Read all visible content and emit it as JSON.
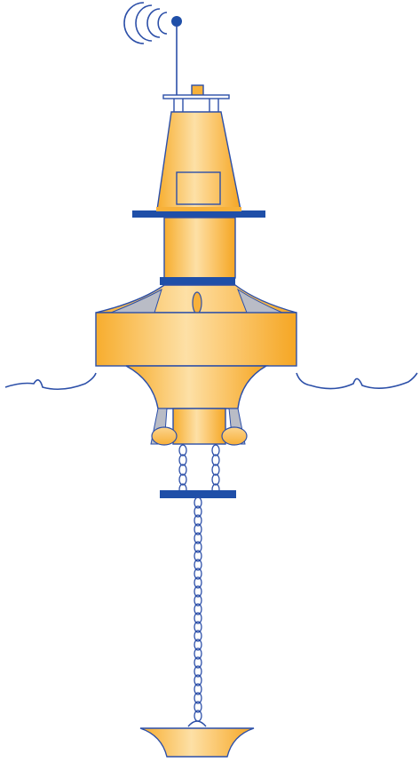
{
  "diagram": {
    "subject": "buoy",
    "components": [
      "antenna-icon",
      "signal-waves-icon",
      "sensor-mast",
      "upper-tower",
      "instrument-panel",
      "upper-collar",
      "mid-tower",
      "lower-collar",
      "float-hull",
      "water-surface",
      "keel",
      "bumper-rollers",
      "mooring-chains",
      "mooring-plate",
      "anchor-chain",
      "anchor-weight"
    ]
  },
  "colors": {
    "body_light": "#fde0a6",
    "body_mid": "#fcc35a",
    "body_dark": "#f7ad2e",
    "outline": "#2c4fa8",
    "accent_blue": "#1f4fa8",
    "shadow_gray": "#b9bcc6",
    "water": "#2c4fa8",
    "background": "#ffffff"
  }
}
